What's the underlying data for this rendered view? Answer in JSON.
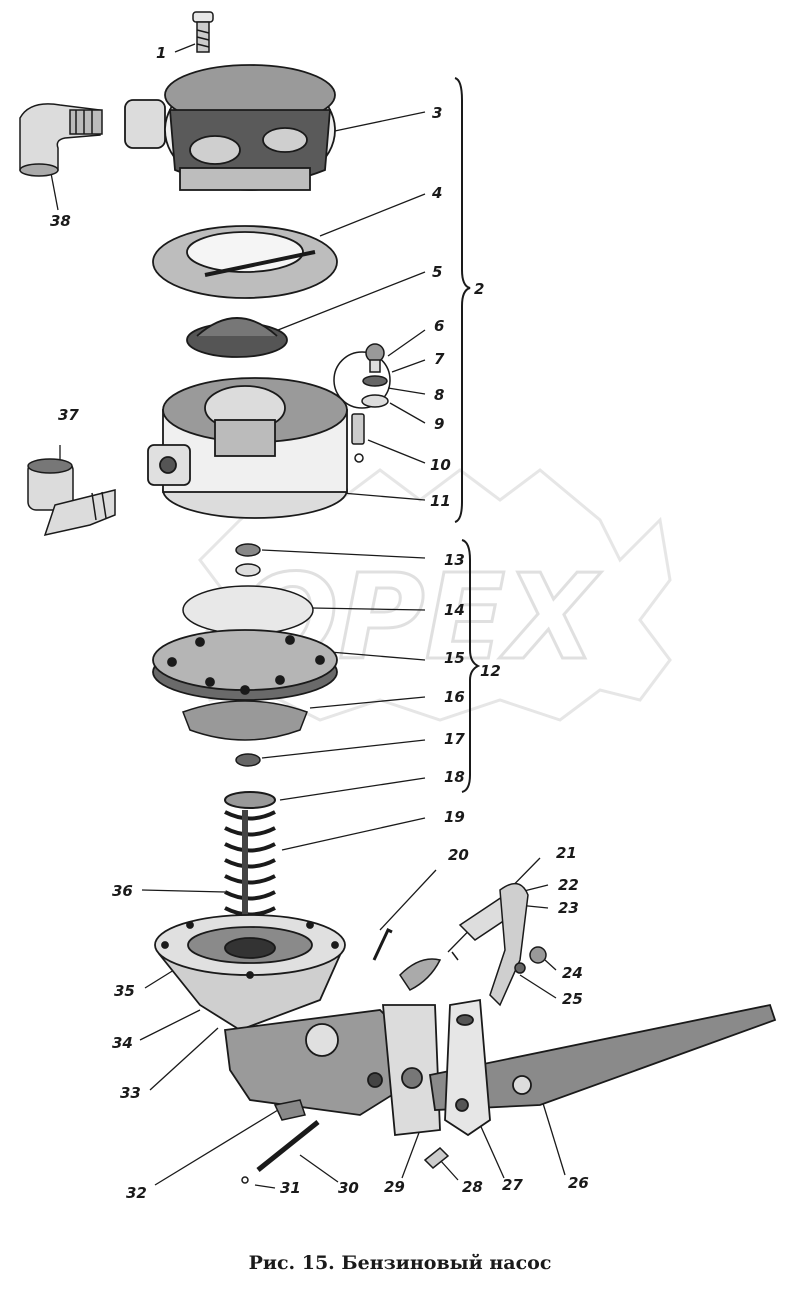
{
  "caption": "Рис. 15. Бензиновый насос",
  "watermark": "OPEX",
  "labels": [
    "1",
    "2",
    "3",
    "4",
    "5",
    "6",
    "7",
    "8",
    "9",
    "10",
    "11",
    "12",
    "13",
    "14",
    "15",
    "16",
    "17",
    "18",
    "19",
    "20",
    "21",
    "22",
    "23",
    "24",
    "25",
    "26",
    "27",
    "28",
    "29",
    "30",
    "31",
    "32",
    "33",
    "34",
    "35",
    "36",
    "37",
    "38"
  ]
}
